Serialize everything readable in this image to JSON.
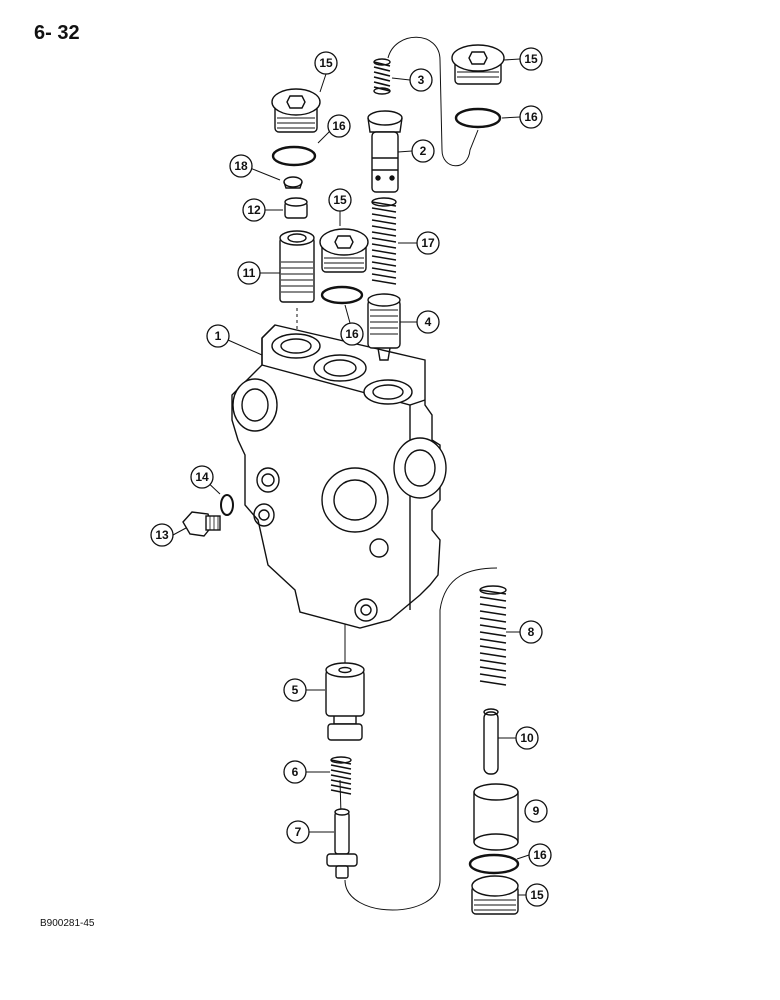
{
  "page_number": "6- 32",
  "figure_code": "B900281-45",
  "callouts": [
    {
      "id": "c15a",
      "label": "15"
    },
    {
      "id": "c16a",
      "label": "16"
    },
    {
      "id": "c18",
      "label": "18"
    },
    {
      "id": "c12",
      "label": "12"
    },
    {
      "id": "c11",
      "label": "11"
    },
    {
      "id": "c15b",
      "label": "15"
    },
    {
      "id": "c16b",
      "label": "16"
    },
    {
      "id": "c1",
      "label": "1"
    },
    {
      "id": "c3",
      "label": "3"
    },
    {
      "id": "c2",
      "label": "2"
    },
    {
      "id": "c17",
      "label": "17"
    },
    {
      "id": "c4",
      "label": "4"
    },
    {
      "id": "c15c",
      "label": "15"
    },
    {
      "id": "c16c",
      "label": "16"
    },
    {
      "id": "c14",
      "label": "14"
    },
    {
      "id": "c13",
      "label": "13"
    },
    {
      "id": "c8",
      "label": "8"
    },
    {
      "id": "c5",
      "label": "5"
    },
    {
      "id": "c10",
      "label": "10"
    },
    {
      "id": "c6",
      "label": "6"
    },
    {
      "id": "c9",
      "label": "9"
    },
    {
      "id": "c7",
      "label": "7"
    },
    {
      "id": "c16d",
      "label": "16"
    },
    {
      "id": "c15d",
      "label": "15"
    }
  ]
}
